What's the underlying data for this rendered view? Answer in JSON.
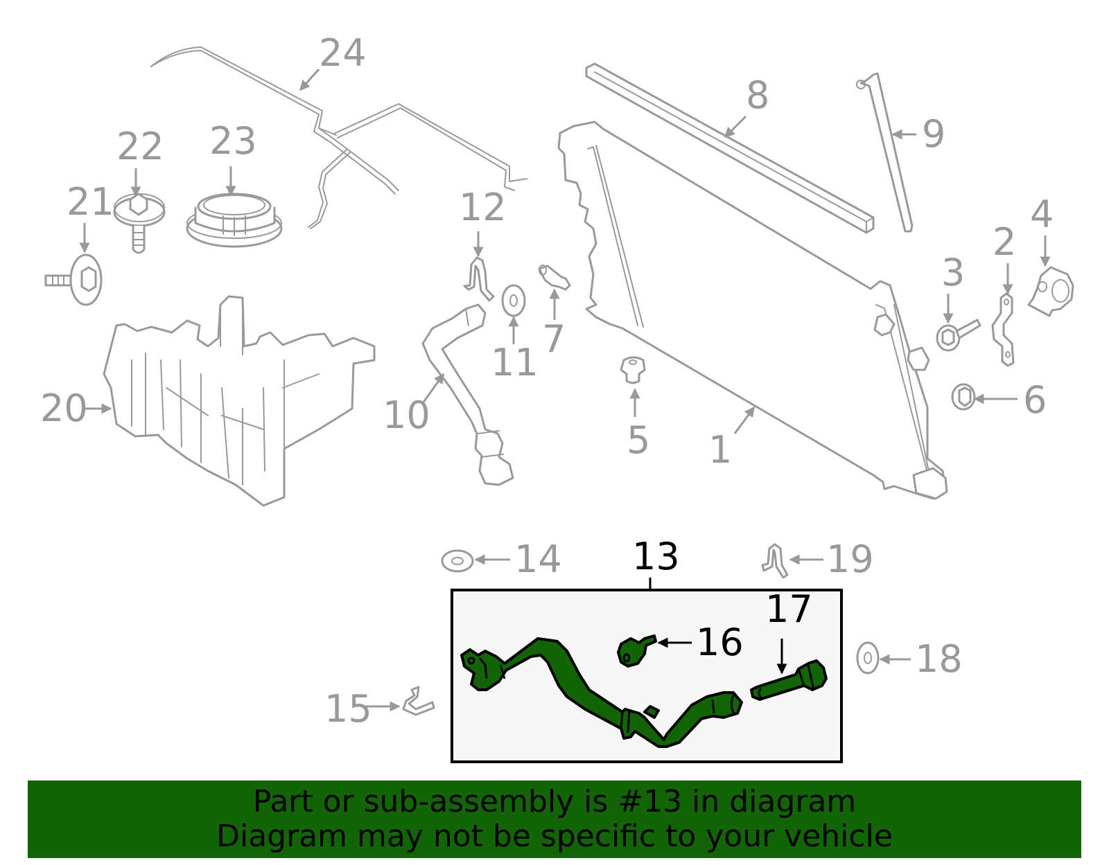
{
  "diagram": {
    "highlighted_part": "13",
    "colors": {
      "part_line": "#999999",
      "highlight_fill": "#136307",
      "highlight_outline": "#000000",
      "callout_background": "#f7f7f7",
      "banner_background": "#136307"
    },
    "labels": {
      "p1": "1",
      "p2": "2",
      "p3": "3",
      "p4": "4",
      "p5": "5",
      "p6": "6",
      "p7": "7",
      "p8": "8",
      "p9": "9",
      "p10": "10",
      "p11": "11",
      "p12": "12",
      "p13": "13",
      "p14": "14",
      "p15": "15",
      "p16": "16",
      "p17": "17",
      "p18": "18",
      "p19": "19",
      "p20": "20",
      "p21": "21",
      "p22": "22",
      "p23": "23",
      "p24": "24"
    }
  },
  "banner": {
    "line1": "Part or sub-assembly is #13 in diagram",
    "line2": "Diagram may not be specific to your vehicle"
  }
}
